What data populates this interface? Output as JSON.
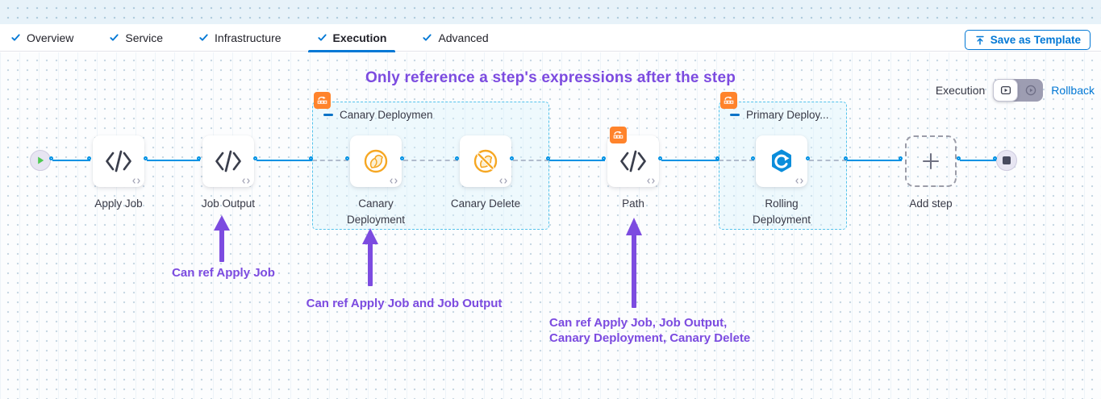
{
  "tab_bar": {
    "tabs": [
      {
        "label": "Overview",
        "completed": true,
        "active": false
      },
      {
        "label": "Service",
        "completed": true,
        "active": false
      },
      {
        "label": "Infrastructure",
        "completed": true,
        "active": false
      },
      {
        "label": "Execution",
        "completed": true,
        "active": true
      },
      {
        "label": "Advanced",
        "completed": true,
        "active": false
      }
    ],
    "save_button": "Save as Template"
  },
  "canvas": {
    "heading": "Only reference a step's expressions after the step",
    "mode_switch": {
      "label": "Execution",
      "rollback_link": "Rollback"
    },
    "pipeline": {
      "groups": [
        {
          "label": "Canary Deployment"
        },
        {
          "label": "Primary Deploy..."
        }
      ],
      "steps": [
        {
          "label": "Apply Job",
          "icon": "code-icon"
        },
        {
          "label": "Job Output",
          "icon": "code-icon"
        },
        {
          "label": "Canary Deployment",
          "icon": "canary-icon",
          "group": "Canary Deployment"
        },
        {
          "label": "Canary Delete",
          "icon": "canary-delete-icon",
          "group": "Canary Deployment"
        },
        {
          "label": "Path",
          "icon": "code-icon"
        },
        {
          "label": "Rolling Deployment",
          "icon": "rolling-icon",
          "group": "Primary Deploy..."
        },
        {
          "label": "Add step",
          "icon": "plus-icon"
        }
      ]
    },
    "annotations": {
      "a1": "Can ref Apply Job",
      "a2": "Can ref Apply Job and Job Output",
      "a3_line1": "Can ref Apply Job, Job Output,",
      "a3_line2": "Canary Deployment, Canary Delete"
    }
  },
  "colors": {
    "accent_blue": "#0278d5",
    "connector_blue": "#0092e4",
    "group_border": "#54c3ec",
    "annotation_purple": "#7c4be0",
    "badge_orange": "#ff832b",
    "canary_orange": "#f6a723",
    "rolling_blue": "#0b8ddb",
    "start_green": "#4dc952"
  }
}
